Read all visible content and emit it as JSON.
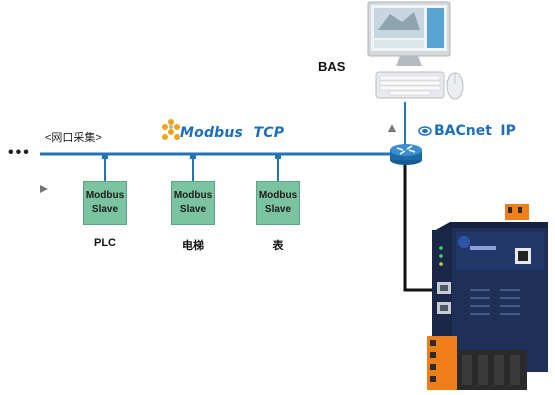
{
  "ellipsis": "•••",
  "bus_label": "<网口采集>",
  "modbus_brand": "Modbus",
  "modbus_suffix": "TCP",
  "bas_label": "BAS",
  "bacnet_brand": "BACnet",
  "bacnet_suffix": "IP",
  "slaves": [
    {
      "line1": "Modbus",
      "line2": "Slave",
      "device": "PLC"
    },
    {
      "line1": "Modbus",
      "line2": "Slave",
      "device": "电梯"
    },
    {
      "line1": "Modbus",
      "line2": "Slave",
      "device": "表"
    }
  ],
  "colors": {
    "bus": "#1f75b8",
    "slave_fill": "#7cc3a2",
    "router": "#1f6fb0",
    "gateway": "#1d2c52",
    "terminal": "#f07f1a"
  }
}
